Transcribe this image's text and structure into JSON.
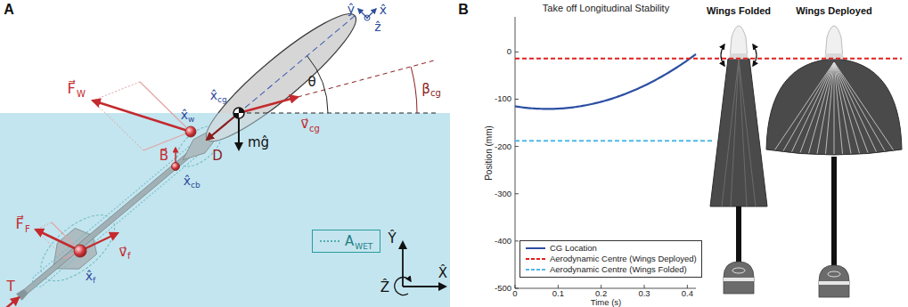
{
  "diagram": {
    "nodes": [
      {
        "text": [
          "A",
          "WET"
        ]
      }
    ],
    "labels": [
      "A",
      "ŷ",
      "x̂",
      "ẑ",
      "θ",
      "β",
      "cg",
      "F⃗",
      "W",
      "x̂",
      "w",
      "x̂",
      "cg",
      "v⃗",
      "cg",
      "D",
      "mĝ",
      "B⃗",
      "x̂",
      "cb",
      "F⃗",
      "F",
      "v⃗",
      "f",
      "x̂",
      "f",
      "T",
      "Ŷ",
      "Ẑ",
      "X̂",
      "B",
      "Take off Longitudinal Stability",
      "Position (mm)",
      "Time (s)",
      "0",
      "-100",
      "-200",
      "-300",
      "-400",
      "-500",
      "0",
      "0.1",
      "0.2",
      "0.3",
      "0.4",
      "Wings Folded",
      "Wings Deployed"
    ],
    "legend": [
      {
        "text": "CG Location"
      },
      {
        "text": "Aerodynamic Centre (Wings Deployed)"
      },
      {
        "text": "Aerodynamic Centre (Wings Folded)"
      }
    ]
  }
}
